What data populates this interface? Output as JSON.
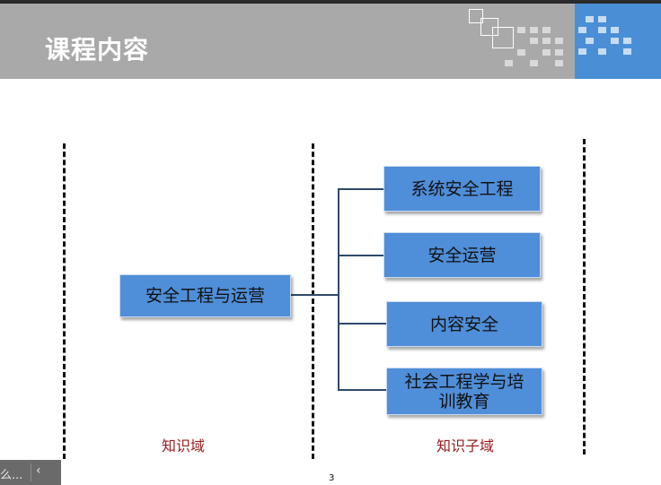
{
  "slide": {
    "title": "课程内容",
    "page_number": "3"
  },
  "diagram": {
    "root": "安全工程与运营",
    "children": [
      "系统安全工程",
      "安全运营",
      "内容安全",
      "社会工程学与培训教育"
    ],
    "column_labels": [
      "知识域",
      "知识子域"
    ]
  },
  "nav": {
    "text": "么...",
    "prev_icon": "‹"
  },
  "colors": {
    "header": "#a9a9a9",
    "accent_blue": "#4a8fd6",
    "box_fill": "#4f8ed8",
    "label_red": "#9b1b1b"
  }
}
